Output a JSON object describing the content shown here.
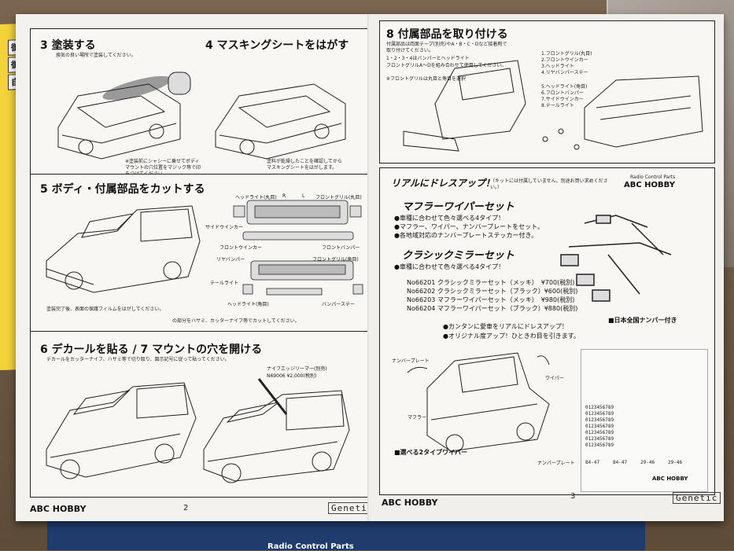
{
  "left_page": {
    "step3": {
      "title": "3 塗装する",
      "note": "換気の良い場所で塗装してください。",
      "caption": "※塗装前にシャシーに乗せてボディマウントの穴位置をマジック等で印をつけてください。"
    },
    "step4": {
      "title": "4 マスキングシートをはがす",
      "caption": "塗料が乾燥したことを確認してからマスキングシートをはがします。"
    },
    "step5": {
      "title": "5 ボディ・付属部品をカットする",
      "labels": {
        "headlight_round": "ヘッドライト(丸目)",
        "front_grill_round": "フロントグリル(丸目)",
        "side_winker": "サイドウインカー",
        "front_winker": "フロントウインカー",
        "front_bumper": "フロントバンパー",
        "rear_bumper": "リヤバンパー",
        "front_grill_square": "フロントグリル(角目)",
        "tail_light": "テールライト",
        "headlight_square": "ヘッドライト(角目)",
        "bumper_stay": "バンパーステー",
        "r": "R",
        "l": "L"
      },
      "paint_note": "塗装完了後、表面の保護フィルムをはがしてください。",
      "cut_note": "の部分をハサミ、カッターナイフ等でカットしてください。"
    },
    "step6": {
      "title": "6 デカールを貼る / 7 マウントの穴を開ける",
      "note": "デカールをカッターナイフ、ハサミ等で切り取り、図示記号に従って貼ってください。",
      "reamer": "ナイフエッジリーマー(別売)",
      "reamer_code": "N69006 ¥2,000(税別)"
    },
    "footer_brand": "ABC HOBBY",
    "page_number": "2",
    "logo": "Genetic"
  },
  "right_page": {
    "step8": {
      "title": "8 付属部品を取り付ける",
      "note_lines": [
        "付属部品は両面テープ(別売)やA・B・C・Dなど接着剤で取り付けてください。",
        "1・2・3・4はバンパーとヘッドライト",
        "フロントグリルA〜Dを組み合わせて使用してください。",
        "※フロントグリルは丸目と角目を選択"
      ],
      "parts_front": [
        "1.フロントグリル(丸目)",
        "2.フロントウインカー",
        "3.ヘッドライト",
        "4.リヤバンパーステー"
      ],
      "parts_rear": [
        "5.ヘッドライト(角目)",
        "6.フロントバンパー",
        "7.サイドウインカー",
        "8.テールライト"
      ]
    },
    "promo": {
      "banner": "リアルにドレスアップ！",
      "banner_note": "（キットには付属していません。別途お買い求めください。）",
      "brand_small": "Radio Control Parts",
      "brand": "ABC HOBBY",
      "muffler_title": "マフラーワイパーセット",
      "muffler_bullets": [
        "●車種に合わせて色々選べる4タイプ！",
        "●マフラー、ワイパー、ナンバープレートをセット。",
        "●各地域対応のナンバープレートステッカー付き。"
      ],
      "mirror_title": "クラシックミラーセット",
      "mirror_bullets": [
        "●車種に合わせて色々選べる4タイプ！"
      ],
      "prices": [
        "No66201 クラシックミラーセット（メッキ）　¥700(税別)",
        "No66202 クラシックミラーセット（ブラック）¥600(税別)",
        "No66203 マフラーワイパーセット（メッキ）　¥980(税別)",
        "No66204 マフラーワイパーセット（ブラック）¥880(税別)"
      ],
      "slogans": [
        "●カンタンに愛車をリアルにドレスアップ！",
        "●オリジナル度アップ！ひときわ目を引きます。"
      ],
      "plate_badge": "■日本全国ナンバー付き",
      "labels": {
        "number_plate": "ナンバープレート",
        "muffler": "マフラー",
        "wiper": "ワイパー",
        "number_plate_2": "ナンバープレート"
      },
      "wiper_title": "■選べる2タイプワイパー",
      "plate_numbers": [
        "0123456789",
        "0123456789",
        "0123456789",
        "0123456789",
        "0123456789",
        "0123456789",
        "0123456789"
      ],
      "plate_codes": [
        "84-47",
        "84-47",
        "29-46",
        "29-46"
      ],
      "sheet_brand": "ABC HOBBY"
    },
    "footer_brand": "ABC HOBBY",
    "page_number": "3",
    "logo": "Genetic"
  },
  "surroundings": {
    "yellow_tags": [
      "御例",
      "御例",
      "自家用"
    ],
    "box_text": "Radio Control Parts"
  }
}
